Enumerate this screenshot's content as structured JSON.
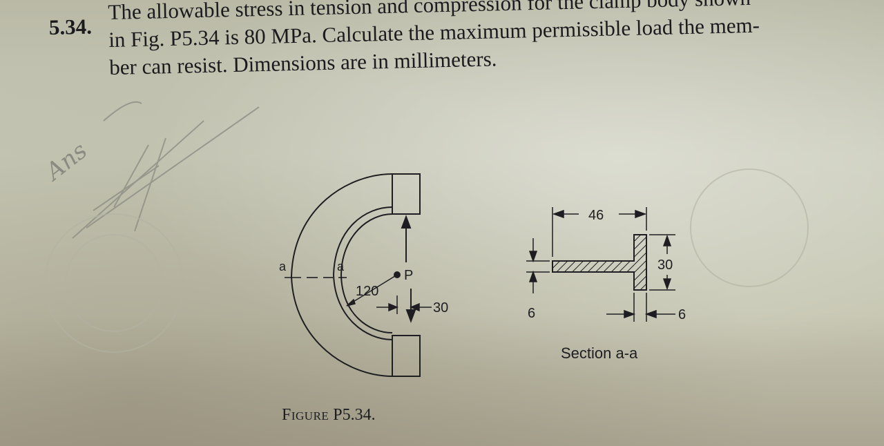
{
  "problem": {
    "number": "5.34.",
    "lines": [
      "The allowable stress in tension and compression for the clamp body shown",
      "in Fig. P5.34 is 80 MPa. Calculate the maximum permissible load the mem-",
      "ber can resist. Dimensions are in millimeters."
    ]
  },
  "figure": {
    "clamp_labels": {
      "section_left": "a",
      "section_right": "a",
      "radius": "120",
      "load": "P",
      "offset": "30"
    },
    "section_labels": {
      "flange_width": "46",
      "web_depth": "30",
      "flange_thickness": "6",
      "web_thickness": "6",
      "title": "Section a-a"
    },
    "caption_prefix": "Figure",
    "caption_number": "P5.34."
  },
  "handwriting": {
    "note": "Ans"
  },
  "colors": {
    "ink": "#1e1e22",
    "paper": "#c9cbb9",
    "pencil": "#7d7d78"
  }
}
